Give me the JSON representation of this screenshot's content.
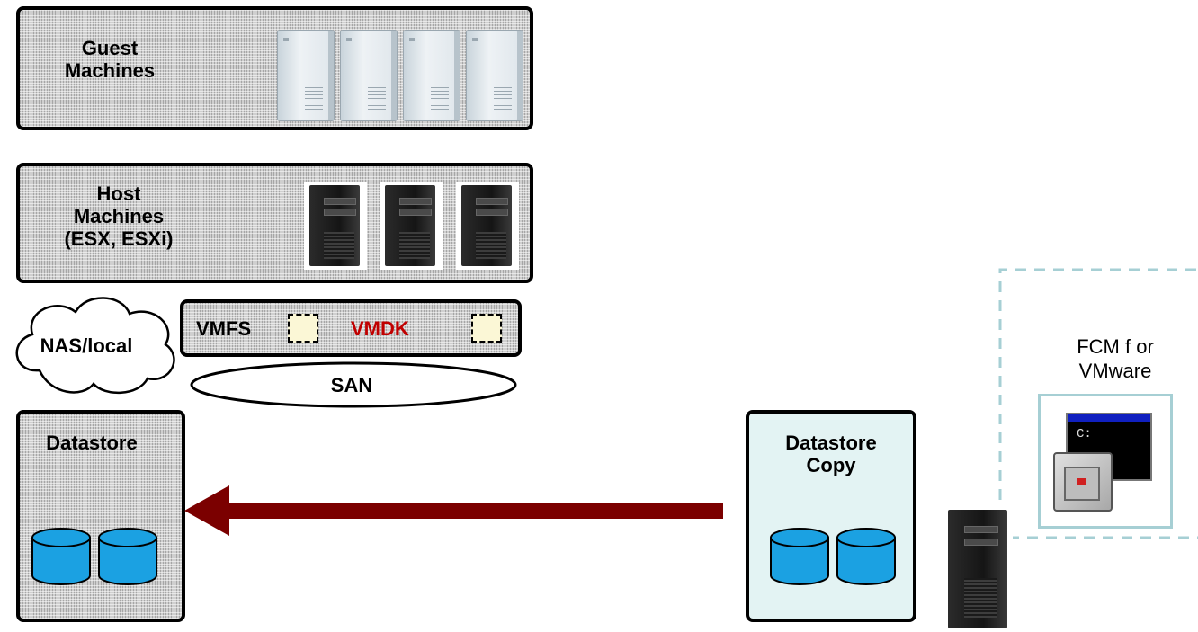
{
  "guest": {
    "label": "Guest\nMachines"
  },
  "host": {
    "label": "Host\nMachines\n(ESX, ESXi)"
  },
  "cloud": {
    "label": "NAS/local"
  },
  "vmfs_bar": {
    "vmfs_label": "VMFS",
    "vmdk_label": "VMDK",
    "vmdk_color": "#c00000"
  },
  "san": {
    "label": "SAN"
  },
  "datastore": {
    "label": "Datastore"
  },
  "datastore_copy": {
    "label": "Datastore\nCopy"
  },
  "fcm": {
    "label": "FCM f or\nVMware"
  },
  "colors": {
    "arrow": "#7b0000",
    "disk_fill": "#1ba1e2",
    "copy_panel_bg": "#e3f3f3",
    "dashed_frame": "#a6cfd4",
    "fcm_box_border": "#a6cfd4"
  },
  "icons": [
    "guest-server-icon",
    "tower-server-icon",
    "database-disk-icon",
    "console-window-icon",
    "safe-icon"
  ]
}
